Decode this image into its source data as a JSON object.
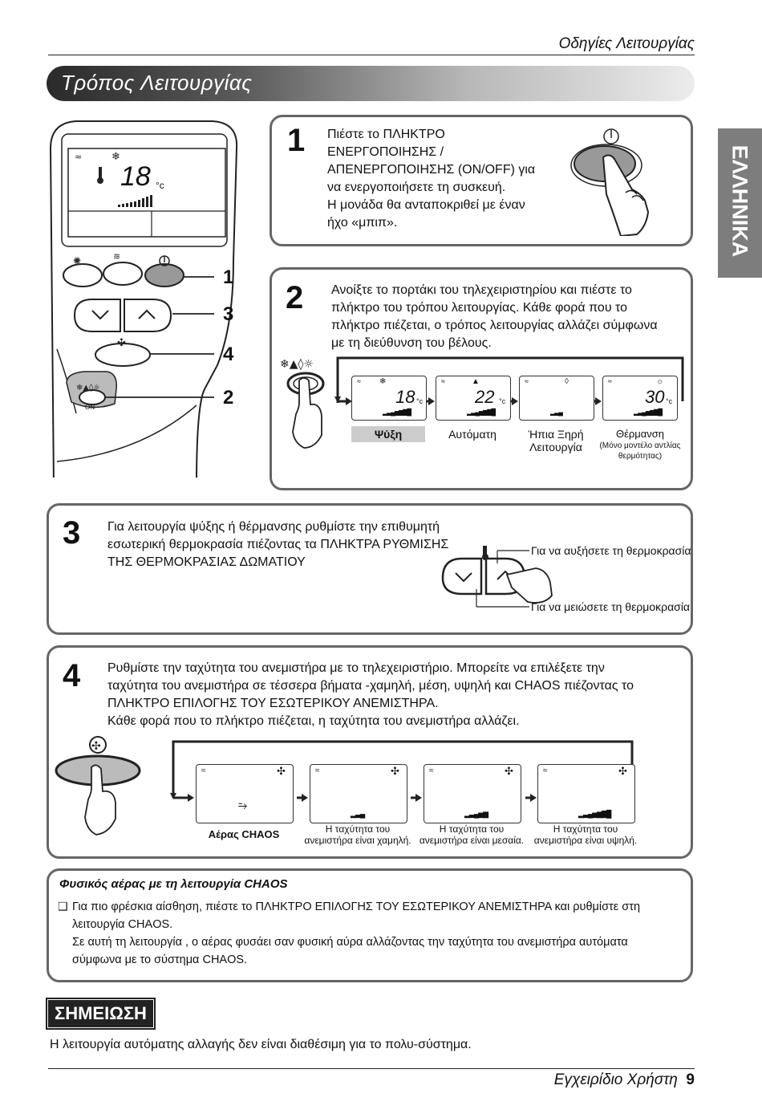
{
  "header": {
    "title": "Οδηγίες Λειτουργίας"
  },
  "section_title": "Τρόπος Λειτουργίας",
  "side_tab": "ΕΛΛΗΝΙΚΑ",
  "remote": {
    "display_temp": "18",
    "unit": "°c",
    "callouts": [
      "1",
      "3",
      "4",
      "2"
    ],
    "on_label": "ON"
  },
  "step1": {
    "number": "1",
    "lines": [
      "Πιέστε το ΠΛΗΚΤΡΟ",
      "ΕΝΕΡΓΟΠΟΙΗΣΗΣ /",
      "ΑΠΕΝΕΡΓΟΠΟΙΗΣΗΣ (ON/OFF) για",
      "να ενεργοποιήσετε τη συσκευή.",
      "Η μονάδα θα ανταποκριθεί με έναν",
      "ήχο «μπιπ»."
    ]
  },
  "step2": {
    "number": "2",
    "lines": [
      "Ανοίξτε το πορτάκι του τηλεχειριστηρίου και πιέστε το",
      "πλήκτρο του τρόπου λειτουργίας. Κάθε φορά που το",
      "πλήκτρο πιέζεται, ο τρόπος λειτουργίας αλλάζει σύμφωνα",
      "με τη διεύθυνση του βέλους."
    ],
    "modes": [
      {
        "temp": "18",
        "unit": "°c",
        "label": "Ψύξη",
        "sub": ""
      },
      {
        "temp": "22",
        "unit": "°c",
        "label": "Αυτόματη",
        "sub": ""
      },
      {
        "temp": "",
        "unit": "",
        "label": "Ήπια Ξηρή",
        "label2": "Λειτουργία",
        "sub": ""
      },
      {
        "temp": "30",
        "unit": "°c",
        "label": "Θέρμανση",
        "sub": "(Μόνο μοντέλο αντλίας",
        "sub2": "θερμότητας)"
      }
    ]
  },
  "step3": {
    "number": "3",
    "lines": [
      "Για λειτουργία ψύξης ή θέρμανσης ρυθμίστε την επιθυμητή",
      "εσωτερική θερμοκρασία πιέζοντας τα ΠΛΗΚΤΡΑ ΡΥΘΜΙΣΗΣ",
      "ΤΗΣ ΘΕΡΜΟΚΡΑΣΙΑΣ ΔΩΜΑΤΙΟΥ"
    ],
    "increase": "Για να αυξήσετε τη θερμοκρασία",
    "decrease": "Για να μειώσετε τη θερμοκρασία"
  },
  "step4": {
    "number": "4",
    "lines": [
      "Ρυθμίστε την ταχύτητα του ανεμιστήρα με το τηλεχειριστήριο. Μπορείτε να επιλέξετε την",
      "ταχύτητα του ανεμιστήρα σε τέσσερα βήματα -χαμηλή, μέση, υψηλή και CHAOS πιέζοντας το",
      "ΠΛΗΚΤΡΟ ΕΠΙΛΟΓΗΣ ΤΟΥ ΕΣΩΤΕΡΙΚΟΥ ΑΝΕΜΙΣΤΗΡΑ.",
      "Κάθε φορά που το πλήκτρο πιέζεται, η ταχύτητα του ανεμιστήρα αλλάζει."
    ],
    "speeds": [
      {
        "l1": "Αέρας CHAOS",
        "l2": ""
      },
      {
        "l1": "Η ταχύτητα του",
        "l2": "ανεμιστήρα είναι χαμηλή."
      },
      {
        "l1": "Η ταχύτητα του",
        "l2": "ανεμιστήρα είναι μεσαία."
      },
      {
        "l1": "Η ταχύτητα του",
        "l2": "ανεμιστήρα είναι υψηλή."
      }
    ]
  },
  "chaos": {
    "title": "Φυσικός αέρας με τη λειτουργία CHAOS",
    "bullet": "❑",
    "lines": [
      "Για πιο φρέσκια αίσθηση, πιέστε το ΠΛΗΚΤΡΟ ΕΠΙΛΟΓΗΣ ΤΟΥ ΕΣΩΤΕΡΙΚΟΥ ΑΝΕΜΙΣΤΗΡΑ και ρυθμίστε στη",
      "λειτουργία CHAOS.",
      "Σε αυτή τη λειτουργία , ο αέρας φυσάει σαν φυσική αύρα αλλάζοντας την ταχύτητα του ανεμιστήρα αυτόματα",
      "σύμφωνα με το σύστημα CHAOS."
    ]
  },
  "note": {
    "label": "ΣΗΜΕΙΩΣΗ",
    "text": "Η λειτουργία αυτόματης αλλαγής δεν είναι διαθέσιμη για το πολυ-σύστημα."
  },
  "footer": {
    "title": "Εγχειρίδιο Χρήστη",
    "page": "9"
  }
}
